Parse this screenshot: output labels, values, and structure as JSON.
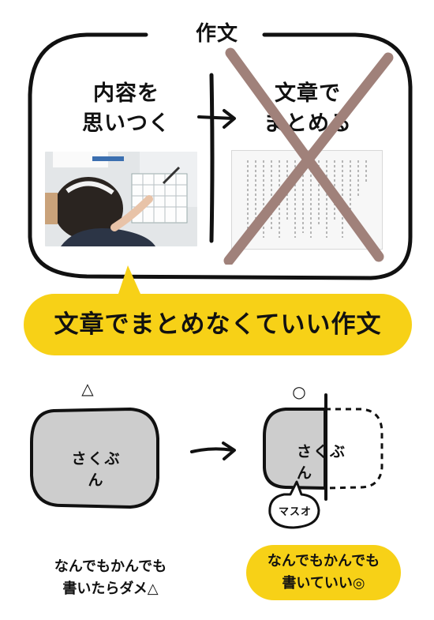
{
  "top": {
    "title": "作文",
    "left_line1": "内容を",
    "left_line2": "思いつく",
    "right_line1": "文章で",
    "right_line2": "まとめる"
  },
  "banner": {
    "text": "文章でまとめなくていい作文"
  },
  "bottom": {
    "left_symbol": "△",
    "right_symbol": "○",
    "blob_label_left": "さくぶん",
    "blob_label_right": "さくぶん",
    "bubble_label": "マスオ",
    "caption_left_line1": "なんでもかんでも",
    "caption_left_line2": "書いたらダメ△",
    "caption_right_line1": "なんでもかんでも",
    "caption_right_line2": "書いていい◎"
  },
  "colors": {
    "accent_yellow": "#f7d117",
    "cross_brown": "#a0817a",
    "ink": "#111111",
    "blob_gray": "#cdcdcd"
  }
}
